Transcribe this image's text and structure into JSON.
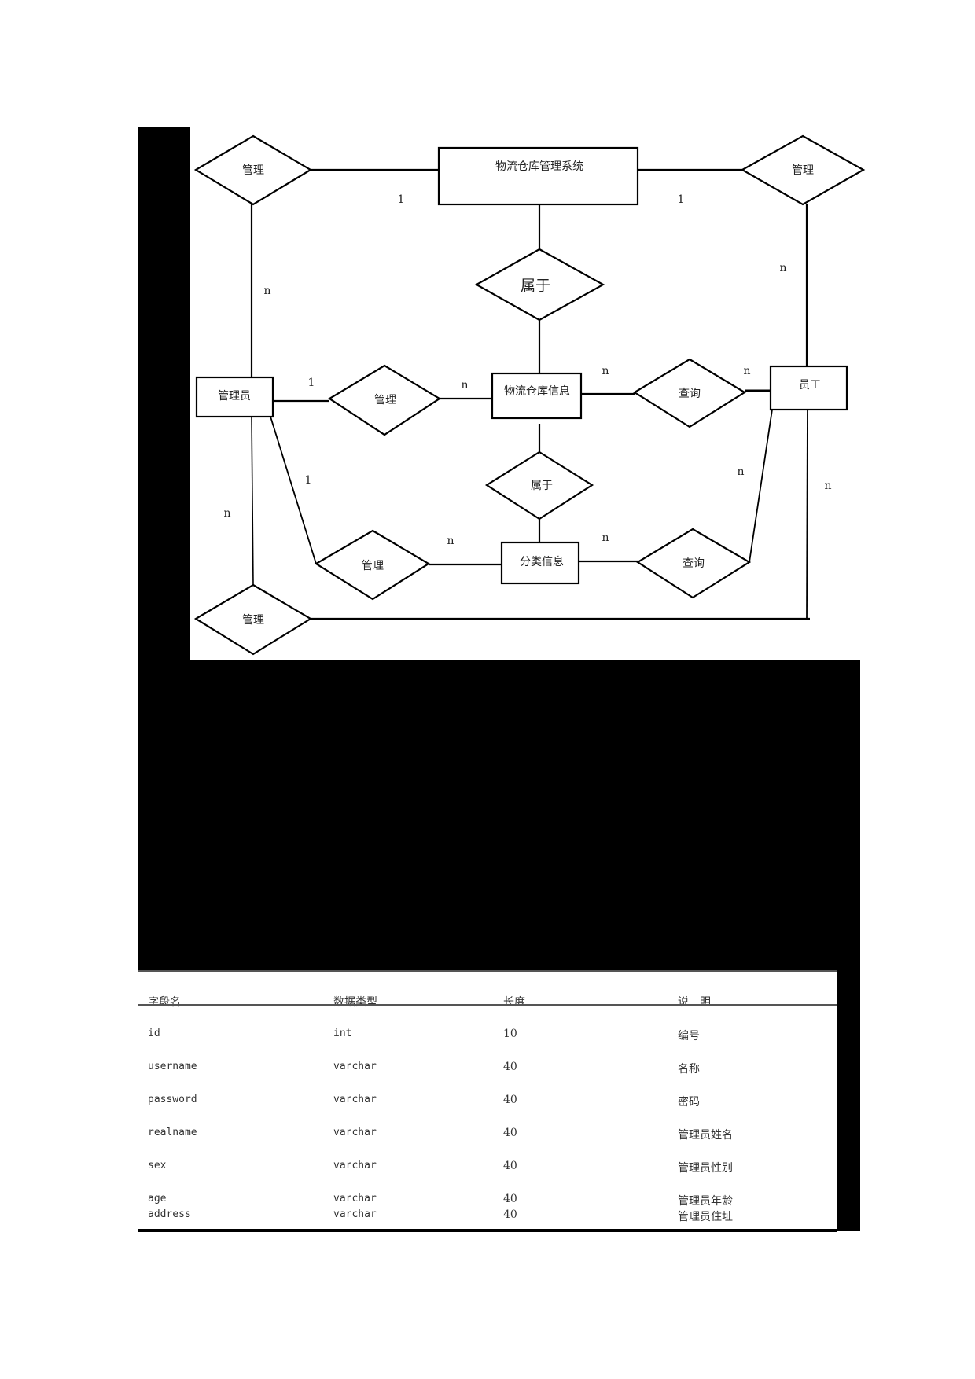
{
  "diagram": {
    "entities": {
      "system": "物流仓库管理系统",
      "admin": "管理员",
      "warehouse_info": "物流仓库信息",
      "employee": "员工",
      "category_info": "分类信息"
    },
    "relationships": {
      "manage_top_left": "管理",
      "manage_top_right": "管理",
      "belongs_top": "属于",
      "manage_middle": "管理",
      "query_middle": "查询",
      "belongs_bottom": "属于",
      "manage_lower": "管理",
      "query_lower": "查询",
      "manage_bottom": "管理"
    },
    "cardinalities": {
      "sys_left": "1",
      "sys_right": "1",
      "admin_top": "n",
      "employee_top": "n",
      "admin_manage_mid": "1",
      "warehouse_manage_mid": "n",
      "warehouse_query": "n",
      "employee_query": "n",
      "admin_manage_lower": "1",
      "admin_bottom": "n",
      "category_manage": "n",
      "category_query": "n",
      "employee_query_lower": "n",
      "employee_bottom": "n"
    }
  },
  "table": {
    "headers": [
      "字段名",
      "数据类型",
      "长度",
      "说　明"
    ],
    "rows": [
      [
        "id",
        "int",
        "10",
        "编号"
      ],
      [
        "username",
        "varchar",
        "40",
        "名称"
      ],
      [
        "password",
        "varchar",
        "40",
        "密码"
      ],
      [
        "realname",
        "varchar",
        "40",
        "管理员姓名"
      ],
      [
        "sex",
        "varchar",
        "40",
        "管理员性别"
      ],
      [
        "age",
        "varchar",
        "40",
        "管理员年龄"
      ],
      [
        "address",
        "varchar",
        "40",
        "管理员住址"
      ]
    ]
  }
}
